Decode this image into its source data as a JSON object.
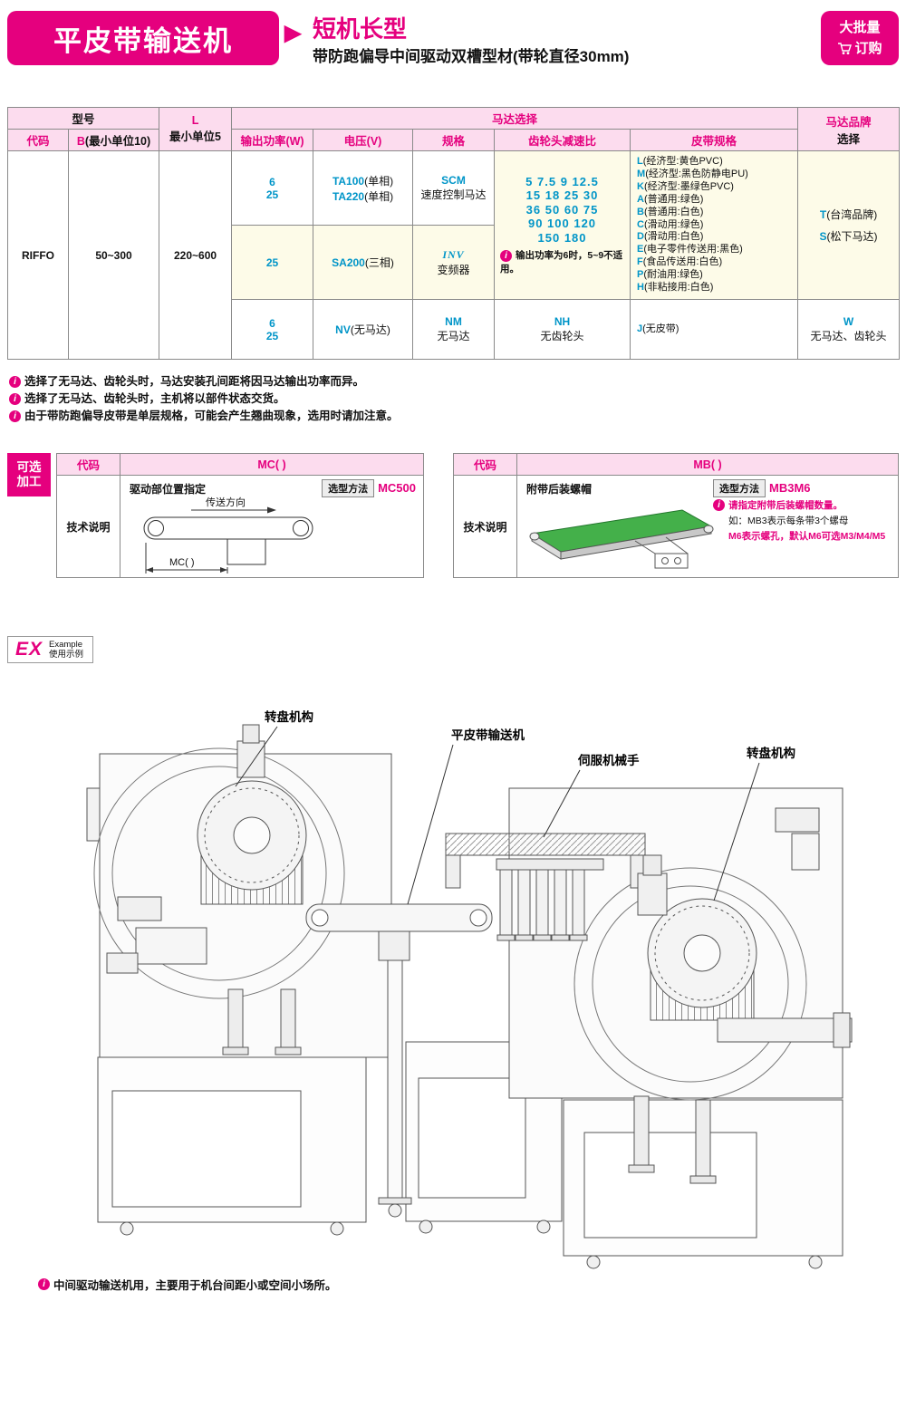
{
  "header": {
    "title": "平皮带输送机",
    "arrow": "▶",
    "type_name": "短机长型",
    "subtitle": "带防跑偏导中间驱动双槽型材(带轮直径30mm)",
    "badge_line1": "大批量",
    "badge_line2": "订购"
  },
  "table": {
    "h_model": "型号",
    "h_code": "代码",
    "h_b_code": "B",
    "h_b_rest": "(最小单位10)",
    "h_l": "L",
    "h_l_sub": "最小单位5",
    "h_motor": "马达选择",
    "h_power": "输出功率(W)",
    "h_voltage": "电压(V)",
    "h_spec": "规格",
    "h_gear": "齿轮头减速比",
    "h_belt": "皮带规格",
    "h_brand": "马达品牌",
    "h_brand_sub": "选择",
    "code_value": "RIFFO",
    "b_value": "50~300",
    "l_value": "220~600",
    "rowA": {
      "power1": "6",
      "power2": "25",
      "voltage1": "TA100",
      "voltage1_note": "(单相)",
      "voltage2": "TA220",
      "voltage2_note": "(单相)",
      "spec_code": "SCM",
      "spec_desc": "速度控制马达"
    },
    "rowB": {
      "power": "25",
      "voltage": "SA200",
      "voltage_note": "(三相)",
      "spec_code": "INV",
      "spec_desc": "变频器"
    },
    "gear": {
      "lines": [
        "5 7.5 9 12.5",
        "15 18 25 30",
        "36 50 60 75",
        "90 100 120",
        "150 180"
      ],
      "note": "输出功率为6时，5~9不适用。"
    },
    "belts": [
      {
        "code": "L",
        "desc": "(经济型:黄色PVC)"
      },
      {
        "code": "M",
        "desc": "(经济型:黑色防静电PU)"
      },
      {
        "code": "K",
        "desc": "(经济型:墨绿色PVC)"
      },
      {
        "code": "A",
        "desc": "(普通用:绿色)"
      },
      {
        "code": "B",
        "desc": "(普通用:白色)"
      },
      {
        "code": "C",
        "desc": "(滑动用:绿色)"
      },
      {
        "code": "D",
        "desc": "(滑动用:白色)"
      },
      {
        "code": "E",
        "desc": "(电子零件传送用:黑色)"
      },
      {
        "code": "F",
        "desc": "(食品传送用:白色)"
      },
      {
        "code": "P",
        "desc": "(耐油用:绿色)"
      },
      {
        "code": "H",
        "desc": "(非粘接用:白色)"
      }
    ],
    "brand1": "T",
    "brand1_desc": "(台湾品牌)",
    "brand2": "S",
    "brand2_desc": "(松下马达)",
    "rowC": {
      "power1": "6",
      "power2": "25",
      "voltage": "NV",
      "voltage_note": "(无马达)",
      "spec_code": "NM",
      "spec_desc": "无马达",
      "gear_code": "NH",
      "gear_desc": "无齿轮头",
      "belt_code": "J",
      "belt_desc": "(无皮带)",
      "brand_code": "W",
      "brand_desc": "无马达、齿轮头"
    }
  },
  "notes": {
    "n1": "选择了无马达、齿轮头时，马达安装孔间距将因马达输出功率而异。",
    "n2": "选择了无马达、齿轮头时，主机将以部件状态交货。",
    "n3": "由于带防跑偏导皮带是单层规格，可能会产生翘曲现象，选用时请加注意。"
  },
  "optional": {
    "label1": "可选",
    "label2": "加工",
    "mc": {
      "code_label": "代码",
      "code_value": "MC( )",
      "tech_label": "技术说明",
      "desc": "驱动部位置指定",
      "direction": "传送方向",
      "dim": "MC( )",
      "method_label": "选型方法",
      "method_value": "MC500"
    },
    "mb": {
      "code_label": "代码",
      "code_value": "MB( )",
      "tech_label": "技术说明",
      "desc": "附带后装螺帽",
      "method_label": "选型方法",
      "method_value": "MB3M6",
      "note1": "请指定附带后装螺帽数量。",
      "note2": "如：MB3表示每条带3个螺母",
      "note3": "M6表示螺孔，默认M6可选M3/M4/M5"
    }
  },
  "example": {
    "ex": "EX",
    "sub1": "Example",
    "sub2": "使用示例"
  },
  "diagram": {
    "label_turntable_left": "转盘机构",
    "label_conveyor": "平皮带输送机",
    "label_servo": "伺服机械手",
    "label_turntable_right": "转盘机构"
  },
  "footer": {
    "note": "中间驱动输送机用，主要用于机台间距小或空间小场所。"
  }
}
